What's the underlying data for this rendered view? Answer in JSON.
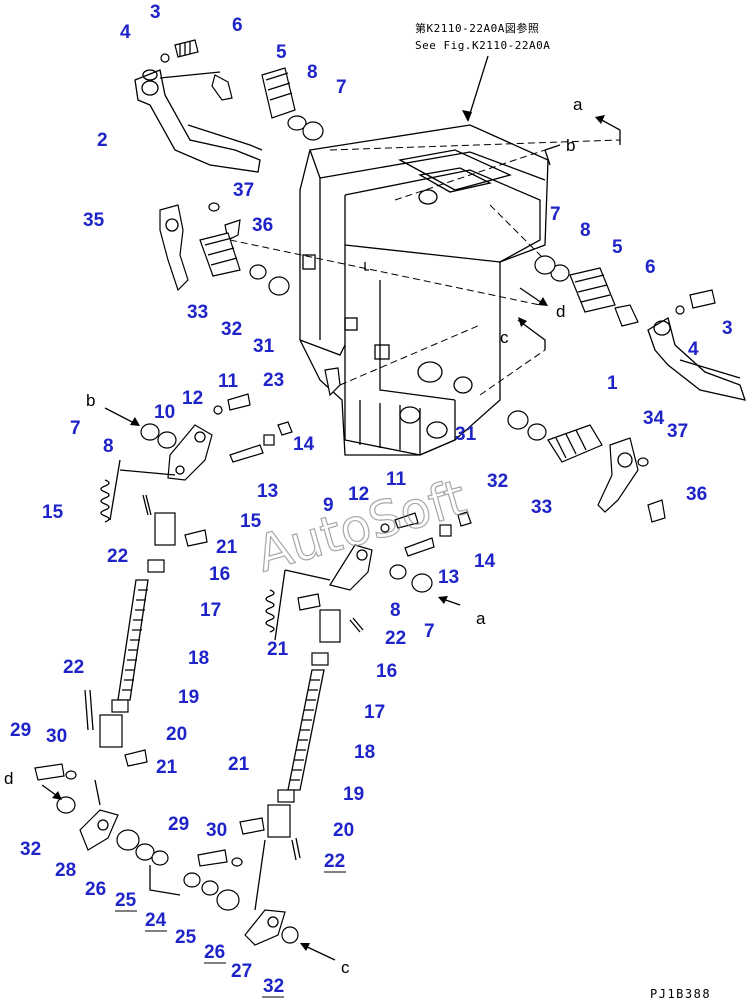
{
  "note": {
    "line1": "第K2110-22A0A図参照",
    "line2": "See Fig.K2110-22A0A"
  },
  "watermark": "AutoSoft",
  "drawing_code": "PJ1B388",
  "colors": {
    "callout": "#1f24c8",
    "line": "#000000"
  },
  "callouts": {
    "c1": "1",
    "c2": "2",
    "c3a": "3",
    "c3b": "3",
    "c4a": "4",
    "c4b": "4",
    "c5a": "5",
    "c5b": "5",
    "c6a": "6",
    "c6b": "6",
    "c7a": "7",
    "c7b": "7",
    "c7c": "7",
    "c7d": "7",
    "c8a": "8",
    "c8b": "8",
    "c8c": "8",
    "c8d": "8",
    "c9": "9",
    "c10": "10",
    "c11a": "11",
    "c11b": "11",
    "c12a": "12",
    "c12b": "12",
    "c13a": "13",
    "c13b": "13",
    "c14a": "14",
    "c14b": "14",
    "c15a": "15",
    "c15b": "15",
    "c16a": "16",
    "c16b": "16",
    "c17a": "17",
    "c17b": "17",
    "c18a": "18",
    "c18b": "18",
    "c19a": "19",
    "c19b": "19",
    "c20a": "20",
    "c20b": "20",
    "c21a": "21",
    "c21b": "21",
    "c21c": "21",
    "c21d": "21",
    "c22a": "22",
    "c22b": "22",
    "c22c": "22",
    "c22d": "22",
    "c23": "23",
    "c24": "24",
    "c25a": "25",
    "c25b": "25",
    "c26a": "26",
    "c26b": "26",
    "c27": "27",
    "c28": "28",
    "c29a": "29",
    "c29b": "29",
    "c30a": "30",
    "c30b": "30",
    "c31a": "31",
    "c31b": "31",
    "c32a": "32",
    "c32b": "32",
    "c32c": "32",
    "c32d": "32",
    "c33a": "33",
    "c33b": "33",
    "c34": "34",
    "c35": "35",
    "c36a": "36",
    "c36b": "36",
    "c37a": "37",
    "c37b": "37"
  },
  "refs": {
    "ra1": "a",
    "ra2": "a",
    "rb1": "b",
    "rb2": "b",
    "rc1": "c",
    "rc2": "c",
    "rd1": "d",
    "rd2": "d"
  }
}
